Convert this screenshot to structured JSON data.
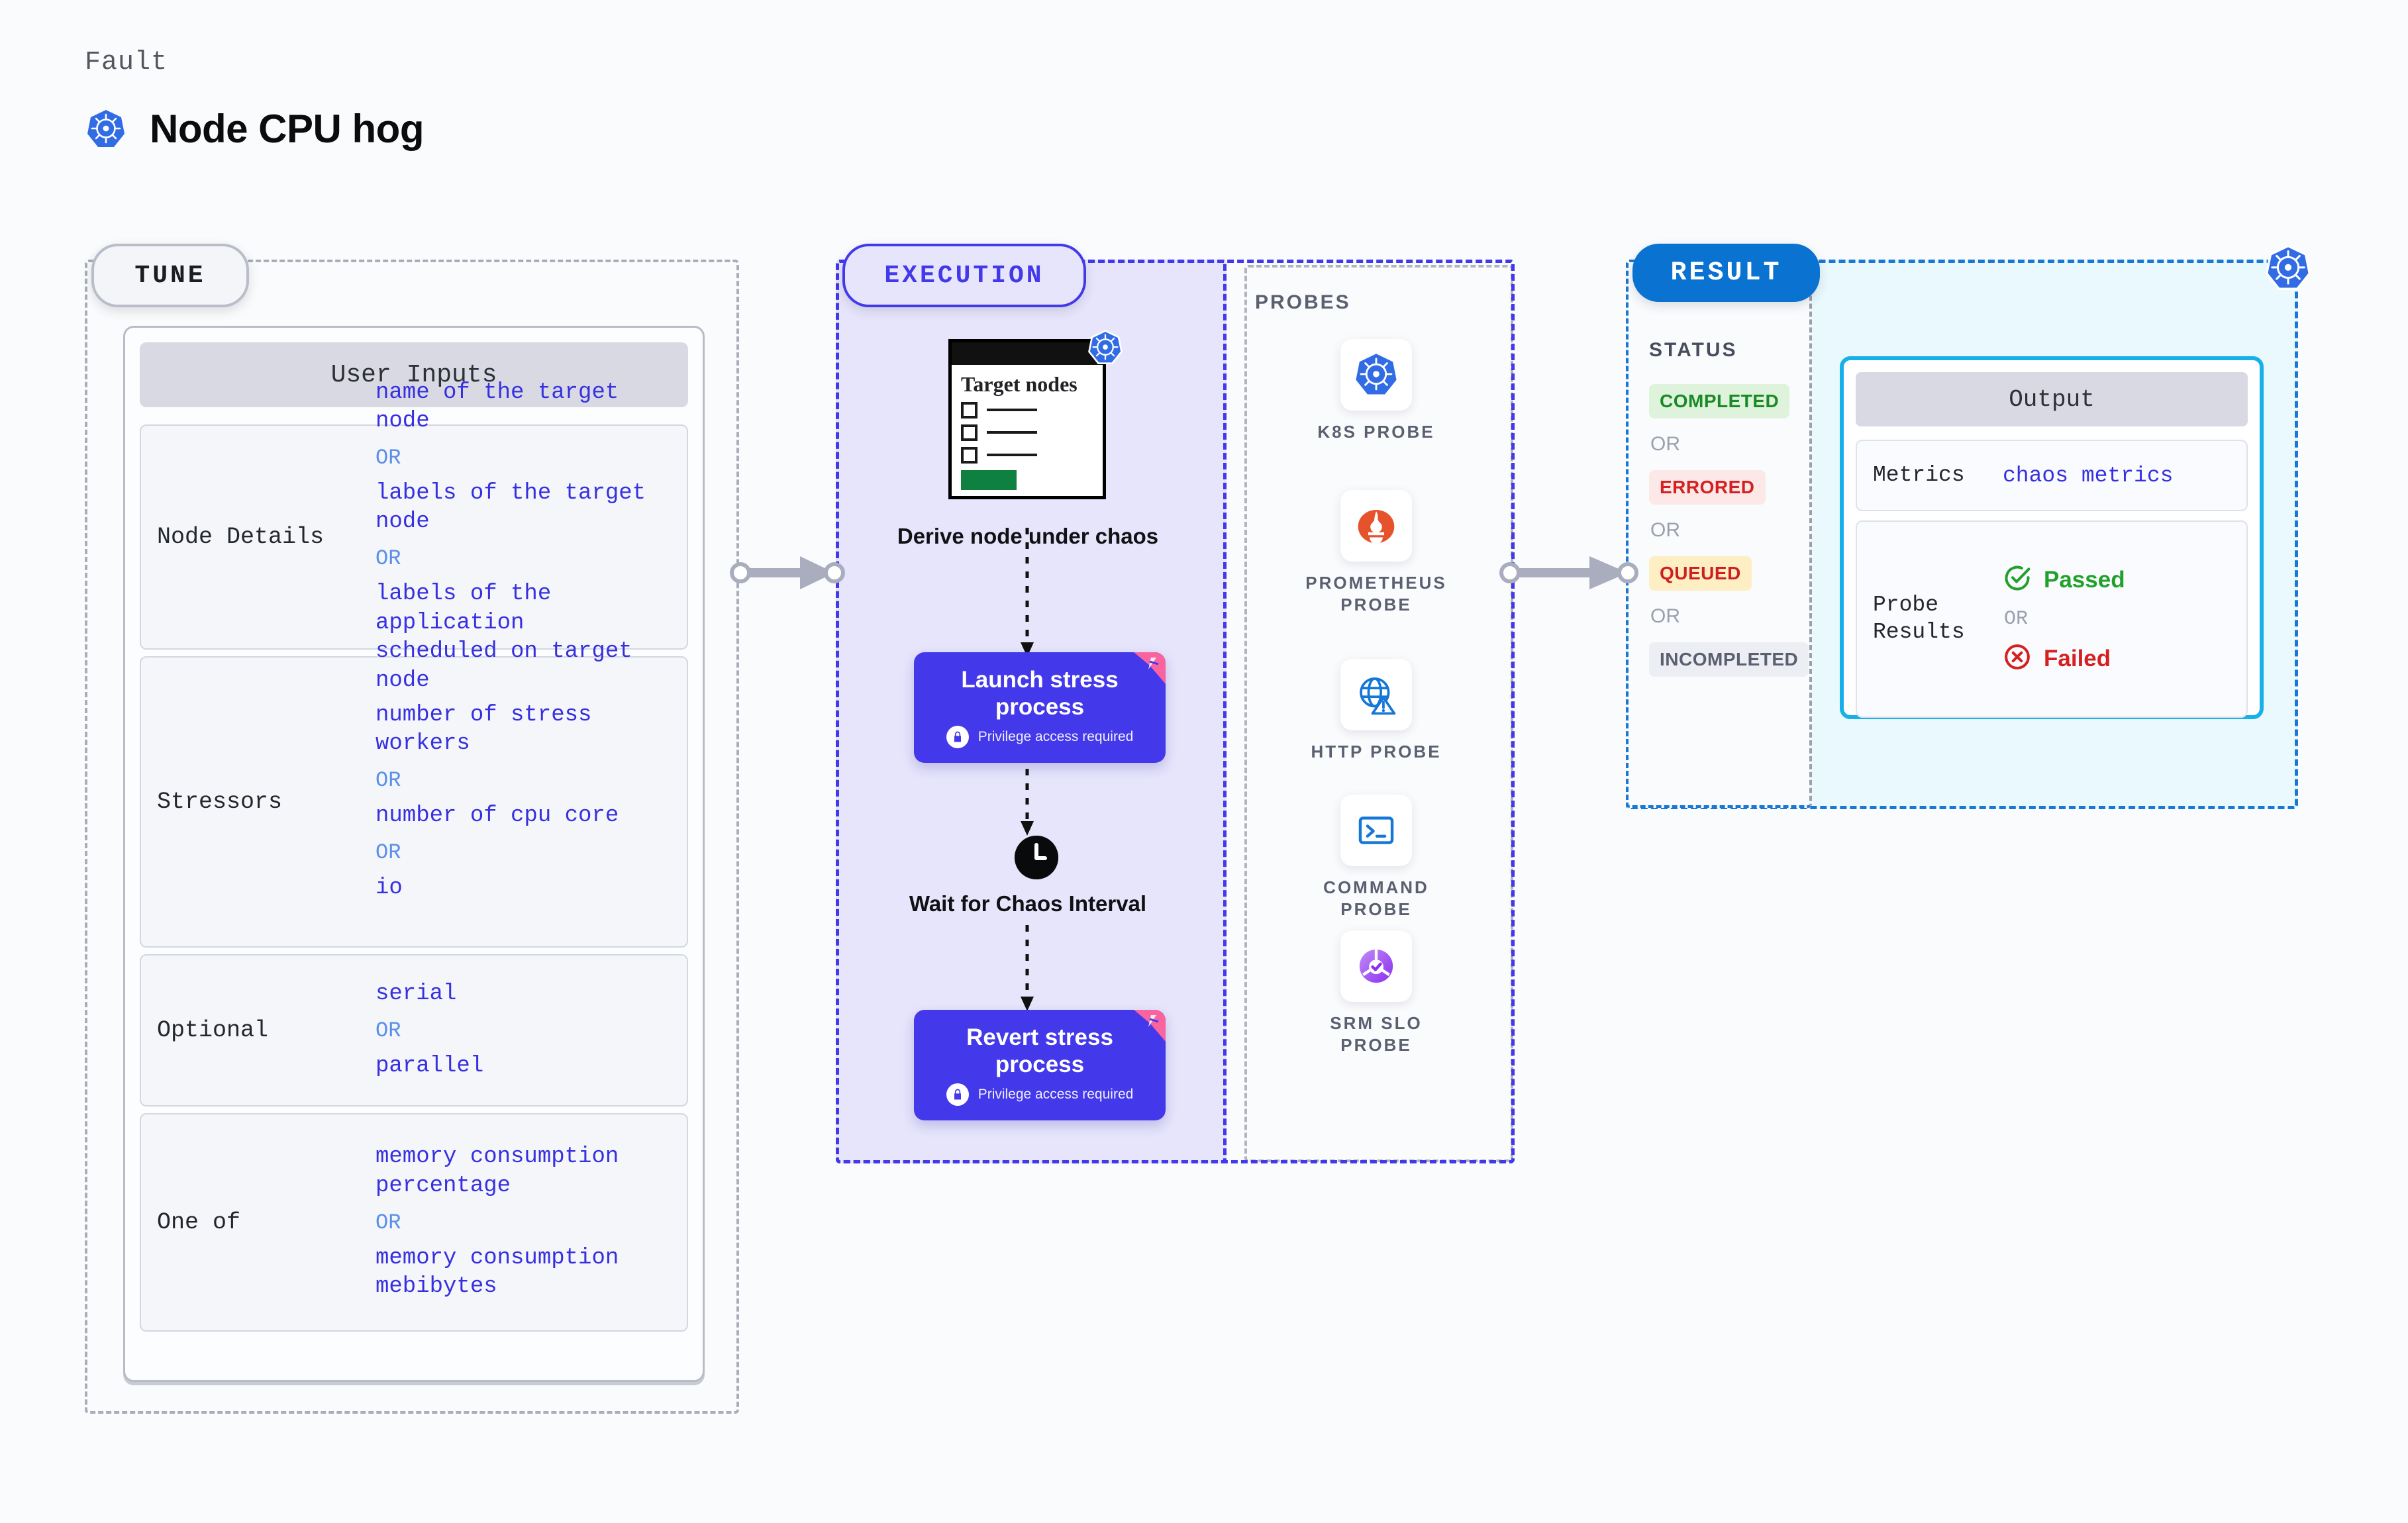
{
  "header": {
    "eyebrow": "Fault",
    "title": "Node CPU hog",
    "icon": "kubernetes-icon"
  },
  "colors": {
    "accent_purple": "#4338ea",
    "accent_blue": "#0a72d0",
    "cyan_border": "#17b0e8",
    "value_text": "#3730e0",
    "or_text": "#5b8fe8",
    "status_completed_bg": "#dff3dc",
    "status_completed_fg": "#1a8a26",
    "status_errored_bg": "#fde8e8",
    "status_errored_fg": "#d42020",
    "status_queued_bg": "#fdeec4",
    "status_queued_fg": "#cf1f1f",
    "status_incompleted_bg": "#eceef3",
    "status_incompleted_fg": "#5a6070",
    "passed_green": "#21a12b",
    "failed_red": "#d42020"
  },
  "tune": {
    "pill_label": "TUNE",
    "card_title": "User Inputs",
    "or_label": "OR",
    "rows": [
      {
        "label": "Node Details",
        "values": [
          "name of the target node",
          "labels of the target node",
          "labels of the application\n scheduled on target node"
        ]
      },
      {
        "label": "Stressors",
        "values": [
          "number of stress workers",
          "number of cpu core",
          "io"
        ]
      },
      {
        "label": "Optional",
        "values": [
          "serial",
          "parallel"
        ]
      },
      {
        "label": "One of",
        "values": [
          "memory consumption percentage",
          "memory consumption mebibytes"
        ]
      }
    ]
  },
  "execution": {
    "pill_label": "EXECUTION",
    "steps": [
      {
        "kind": "card",
        "card_title": "Target nodes",
        "caption": "Derive node under chaos",
        "icon": "kubernetes-icon"
      },
      {
        "kind": "node",
        "title": "Launch stress process",
        "privilege_note": "Privilege access required",
        "icon": "lock-icon",
        "ribbon": "litmus-ribbon"
      },
      {
        "kind": "wait",
        "caption": "Wait for Chaos Interval",
        "icon": "clock-icon"
      },
      {
        "kind": "node",
        "title": "Revert stress process",
        "privilege_note": "Privilege access required",
        "icon": "lock-icon",
        "ribbon": "litmus-ribbon"
      }
    ]
  },
  "probes": {
    "title": "PROBES",
    "items": [
      {
        "label": "K8S PROBE",
        "icon": "kubernetes-icon"
      },
      {
        "label": "PROMETHEUS PROBE",
        "icon": "prometheus-icon"
      },
      {
        "label": "HTTP PROBE",
        "icon": "globe-warning-icon"
      },
      {
        "label": "COMMAND PROBE",
        "icon": "terminal-icon"
      },
      {
        "label": "SRM SLO PROBE",
        "icon": "srm-slo-icon"
      }
    ]
  },
  "result": {
    "pill_label": "RESULT",
    "status_title": "STATUS",
    "or_label": "OR",
    "statuses": [
      "COMPLETED",
      "ERRORED",
      "QUEUED",
      "INCOMPLETED"
    ],
    "corner_icon": "kubernetes-icon",
    "output": {
      "card_title": "Output",
      "or_label": "OR",
      "rows": [
        {
          "label": "Metrics",
          "value": "chaos metrics",
          "type": "link"
        },
        {
          "label": "Probe Results",
          "pass_label": "Passed",
          "fail_label": "Failed",
          "pass_icon": "check-circle-icon",
          "fail_icon": "x-circle-icon"
        }
      ]
    }
  }
}
